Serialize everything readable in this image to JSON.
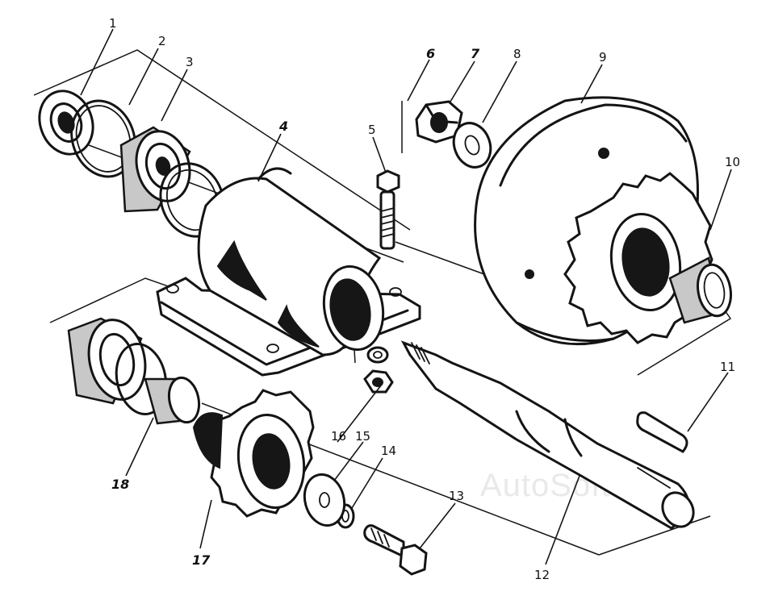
{
  "watermark": "AutoSoft",
  "callouts": [
    {
      "id": "1",
      "label": "1"
    },
    {
      "id": "2",
      "label": "2"
    },
    {
      "id": "3",
      "label": "3"
    },
    {
      "id": "4",
      "label": "4"
    },
    {
      "id": "5",
      "label": "5"
    },
    {
      "id": "6",
      "label": "6"
    },
    {
      "id": "7",
      "label": "7"
    },
    {
      "id": "8",
      "label": "8"
    },
    {
      "id": "9",
      "label": "9"
    },
    {
      "id": "10",
      "label": "10"
    },
    {
      "id": "11",
      "label": "11"
    },
    {
      "id": "12",
      "label": "12"
    },
    {
      "id": "13",
      "label": "13"
    },
    {
      "id": "14",
      "label": "14"
    },
    {
      "id": "15",
      "label": "15"
    },
    {
      "id": "16",
      "label": "16"
    },
    {
      "id": "17",
      "label": "17"
    },
    {
      "id": "18",
      "label": "18"
    }
  ]
}
